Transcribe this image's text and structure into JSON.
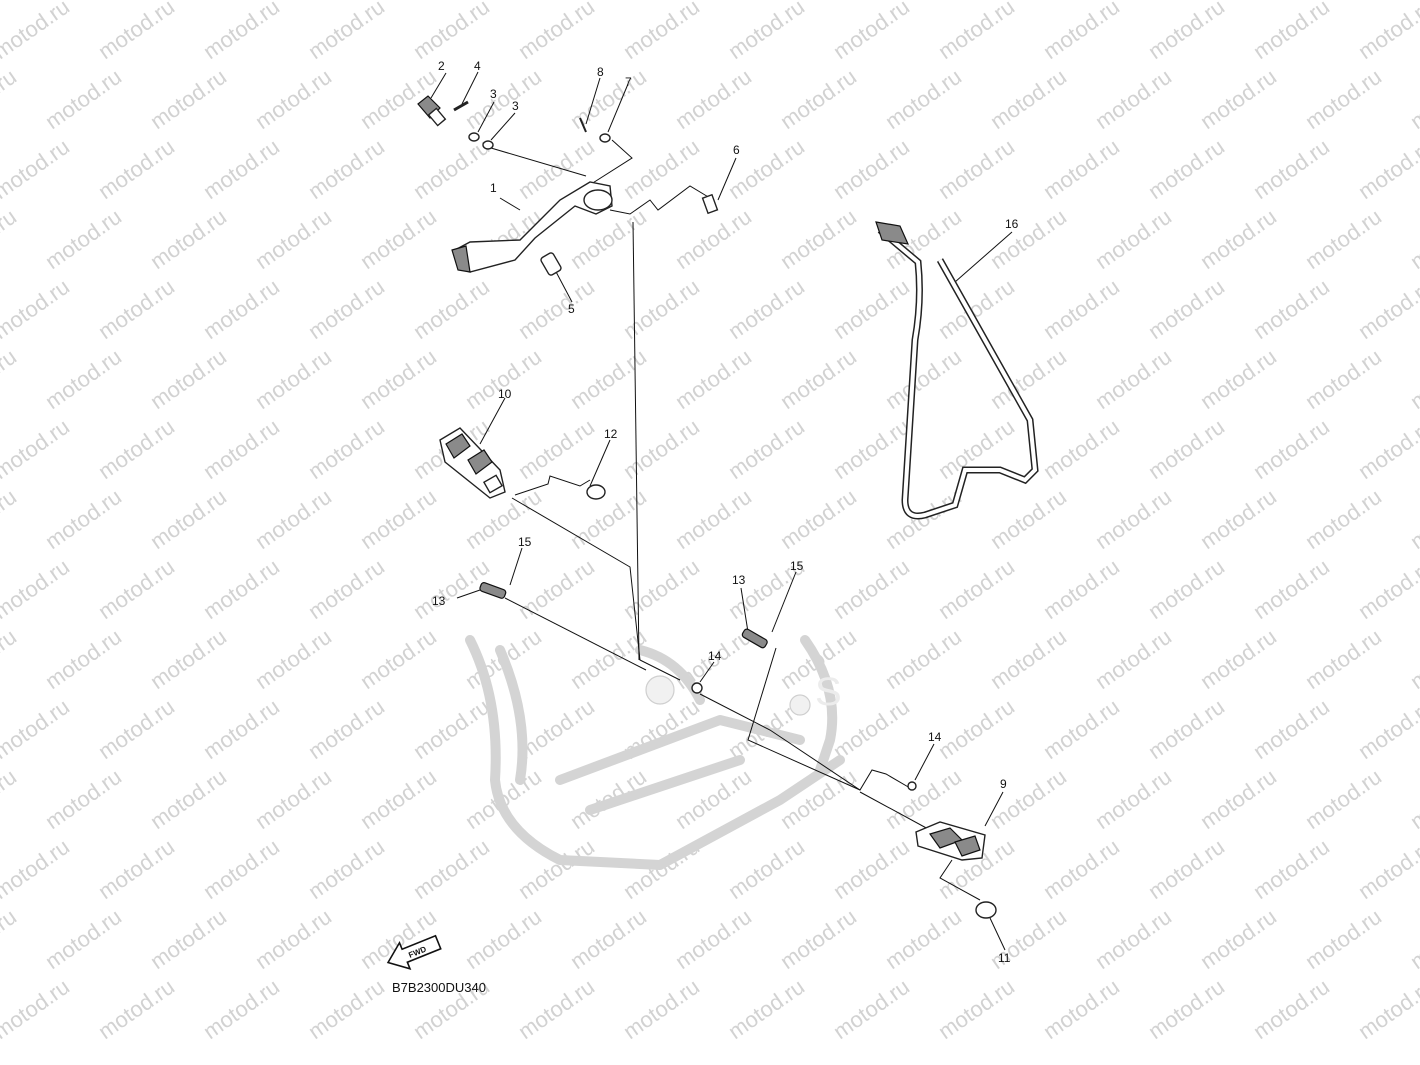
{
  "watermark": {
    "text": "motod.ru"
  },
  "callouts": {
    "c1": "1",
    "c2": "2",
    "c3a": "3",
    "c3b": "3",
    "c4": "4",
    "c5": "5",
    "c6": "6",
    "c7": "7",
    "c8": "8",
    "c9": "9",
    "c10": "10",
    "c11": "11",
    "c12": "12",
    "c13a": "13",
    "c13b": "13",
    "c14a": "14",
    "c14b": "14",
    "c15a": "15",
    "c15b": "15",
    "c16": "16"
  },
  "front_arrow": {
    "label": "FWD"
  },
  "drawing_code": "B7B2300DU340"
}
